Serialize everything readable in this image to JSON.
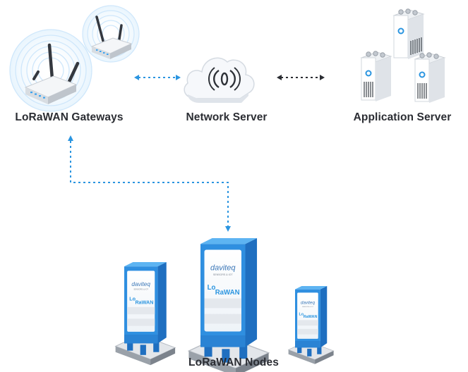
{
  "labels": {
    "gateways": "LoRaWAN Gateways",
    "network_server": "Network Server",
    "application_server": "Application Server",
    "nodes": "LoRaWAN Nodes"
  },
  "node_branding": {
    "brand": "daviteq",
    "brand_tagline": "SENSORS & IOT",
    "lora_prefix": "Lo",
    "lora_suffix": "RaWAN"
  },
  "colors": {
    "link_blue": "#2b95e0",
    "link_dark": "#2b2d33",
    "device_blue": "#2f8fe0",
    "device_blue_dark": "#1f6fc0",
    "device_blue_light": "#5db4f2",
    "label_text": "#2b2d33"
  },
  "icons": {
    "cloud": "cloud-icon",
    "gateway": "router-icon",
    "server": "server-rack-icon",
    "node": "sensor-node-icon"
  }
}
